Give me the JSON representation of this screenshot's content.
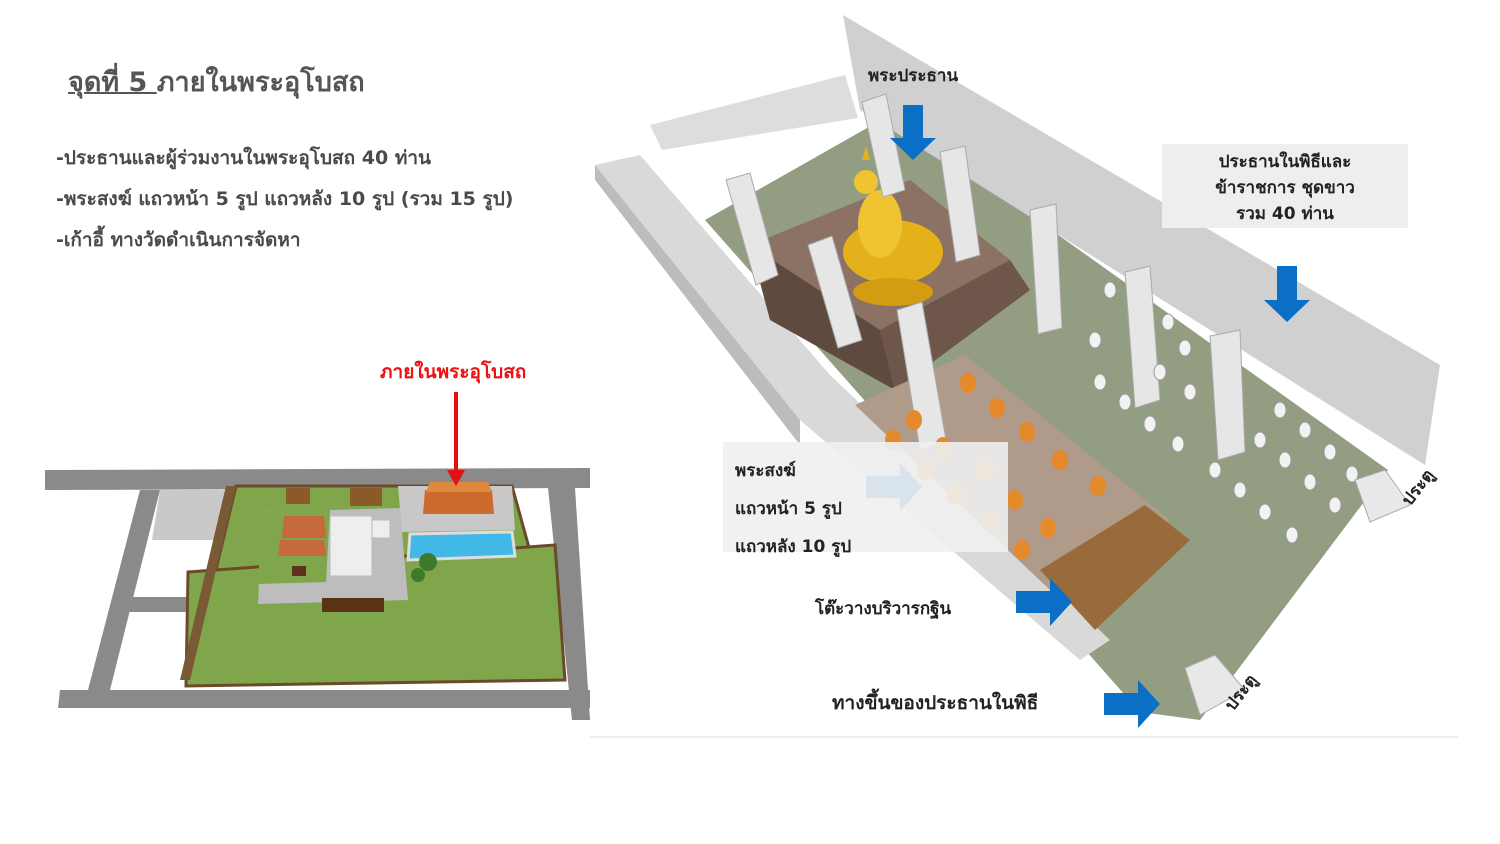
{
  "title": {
    "underlined": "จุดที่ 5 ",
    "rest": "ภายในพระอุโบสถ"
  },
  "bullets": [
    "-ประธานและผู้ร่วมงานในพระอุโบสถ 40 ท่าน",
    "-พระสงฆ์ แถวหน้า 5 รูป แถวหลัง 10 รูป (รวม 15 รูป)",
    "-เก้าอี้ ทางวัดดำเนินการจัดหา"
  ],
  "site_label": "ภายในพระอุโบสถ",
  "labels": {
    "presiding_buddha": "พระประธาน",
    "officials": [
      "ประธานในพิธีและ",
      "ข้าราชการ ชุดขาว",
      "รวม 40 ท่าน"
    ],
    "monks": [
      "พระสงฆ์",
      "แถวหน้า 5 รูป",
      "แถวหลัง 10 รูป"
    ],
    "kathin_table": "โต๊ะวางบริวารกฐิน",
    "chair_entrance": "ทางขึ้นของประธานในพิธี",
    "door": "ประตู"
  },
  "colors": {
    "arrow_blue": "#0b6fc6",
    "red": "#e11111",
    "grass": "#7fa64a",
    "road": "#8a8a8a"
  }
}
